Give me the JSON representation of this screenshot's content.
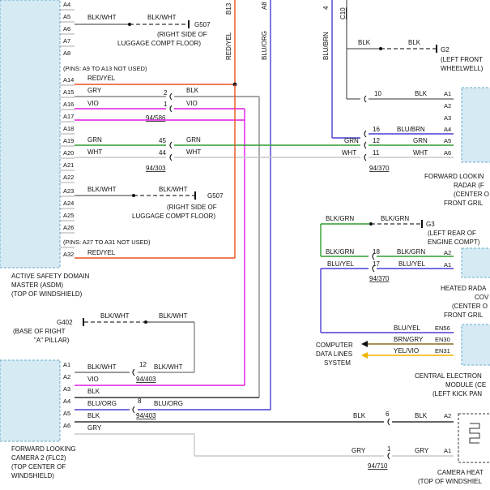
{
  "asdm": {
    "pins": [
      "A4",
      "A5",
      "A6",
      "A7",
      "A8",
      "A14",
      "A15",
      "A16",
      "A17",
      "A18",
      "A19",
      "A20",
      "A21",
      "A22",
      "A23",
      "A24",
      "A25",
      "A26",
      "A32"
    ],
    "pins_note_1": "(PINS: A9 TO A13 NOT USED)",
    "pins_note_2": "(PINS: A27 TO A31 NOT USED)",
    "label": [
      "ACTIVE SAFETY DOMAIN",
      "MASTER (ASDM)",
      "(TOP OF WINDSHIELD)"
    ]
  },
  "wires": {
    "blk_wht": "BLK/WHT",
    "red_yel": "RED/YEL",
    "gry": "GRY",
    "blk": "BLK",
    "vio": "VIO",
    "grn": "GRN",
    "wht": "WHT",
    "blk_grn": "BLK/GRN",
    "blu_yel": "BLU/YEL",
    "blu_brn": "BLU/BRN",
    "blu_org": "BLU/ORG",
    "brn_gry": "BRN/GRY",
    "yel_vio": "YEL/VIO",
    "red_yel_vert": "RED/YEL",
    "blu_org_vert": "BLU/ORG",
    "blu_brn_vert": "BLU/BRN"
  },
  "grounds": {
    "g507_1": "G507",
    "g507_1_loc": [
      "(RIGHT SIDE OF",
      "LUGGAGE COMPT FLOOR)"
    ],
    "g507_2": "G507",
    "g507_2_loc": [
      "(RIGHT SIDE OF",
      "LUGGAGE COMPT FLOOR)"
    ],
    "g2": "G2",
    "g2_loc": [
      "(LEFT FRONT",
      "WHEELWELL)"
    ],
    "g3": "G3",
    "g3_loc": [
      "(LEFT REAR OF",
      "ENGINE COMPT)"
    ],
    "g402": "G402",
    "g402_loc": [
      "(BASE OF RIGHT",
      "\"A\" PILLAR)"
    ]
  },
  "top_refs": {
    "b13": "B13",
    "a8": "A8",
    "n4": "4",
    "c10": "C10"
  },
  "connectors": {
    "c94_586": "94/586",
    "p2": "2",
    "p1": "1",
    "c94_303": "94/303",
    "p45": "45",
    "p44": "44",
    "c94_370a": "94/370",
    "p10": "10",
    "p16": "16",
    "p12": "12",
    "p11": "11",
    "c94_370b": "94/370",
    "p18": "18",
    "p17": "17",
    "c94_403a": "94/403",
    "p12b": "12",
    "c94_403b": "94/403",
    "p8": "8",
    "c94_710": "94/710",
    "p6": "6",
    "p1b": "1"
  },
  "radar": {
    "pins": [
      "A1",
      "A2",
      "A3",
      "A4",
      "A5",
      "A6"
    ],
    "label": [
      "FORWARD LOOKIN",
      "RADAR (F",
      "(CENTER O",
      "FRONT GRIL"
    ]
  },
  "heated_radar": {
    "pins": [
      "A2",
      "A1"
    ],
    "label": [
      "HEATED RADA",
      "COV",
      "(CENTER O",
      "FRONT GRIL"
    ]
  },
  "cem": {
    "pins": [
      "EN56",
      "EN30",
      "EN31"
    ],
    "label": [
      "CENTRAL ELECTRON",
      "MODULE (CE",
      "(LEFT KICK PAN"
    ]
  },
  "computer_lines": [
    "COMPUTER",
    "DATA LINES",
    "SYSTEM"
  ],
  "flc2": {
    "pins": [
      "A1",
      "A2",
      "A3",
      "A4",
      "A5",
      "A6"
    ],
    "label": [
      "FORWARD LOOKING",
      "CAMERA 2 (FLC2)",
      "(TOP CENTER OF",
      "WINDSHIELD)"
    ]
  },
  "camera_heater": {
    "pins": [
      "A2",
      "A1"
    ],
    "label": [
      "CAMERA HEAT",
      "(TOP OF WINDSHIEL"
    ]
  },
  "colors": {
    "red_yel": "#e8501e",
    "gry": "#8a8a8a",
    "vio": "#e21be0",
    "grn": "#2e9e2e",
    "wht": "#c8c8c8",
    "blu": "#4c3fd0",
    "blk": "#333333",
    "yel_vio": "#f0b400",
    "module_fill": "#d6eaf4",
    "ground_green": "#2e9e2e"
  }
}
